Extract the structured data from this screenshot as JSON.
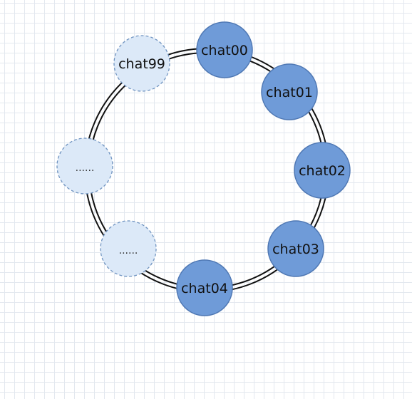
{
  "diagram": {
    "nodes": [
      {
        "label": "chat00",
        "style": "active"
      },
      {
        "label": "chat01",
        "style": "active"
      },
      {
        "label": "chat02",
        "style": "active"
      },
      {
        "label": "chat03",
        "style": "active"
      },
      {
        "label": "chat04",
        "style": "active"
      },
      {
        "label": "......",
        "style": "placeholder"
      },
      {
        "label": "......",
        "style": "placeholder"
      },
      {
        "label": "chat99",
        "style": "placeholder"
      }
    ],
    "colors": {
      "active_fill": "#6f9bd8",
      "active_stroke": "#4f78b4",
      "placeholder_fill": "#dce9f8",
      "placeholder_stroke": "#6f93c0",
      "ring": "#111111"
    }
  }
}
